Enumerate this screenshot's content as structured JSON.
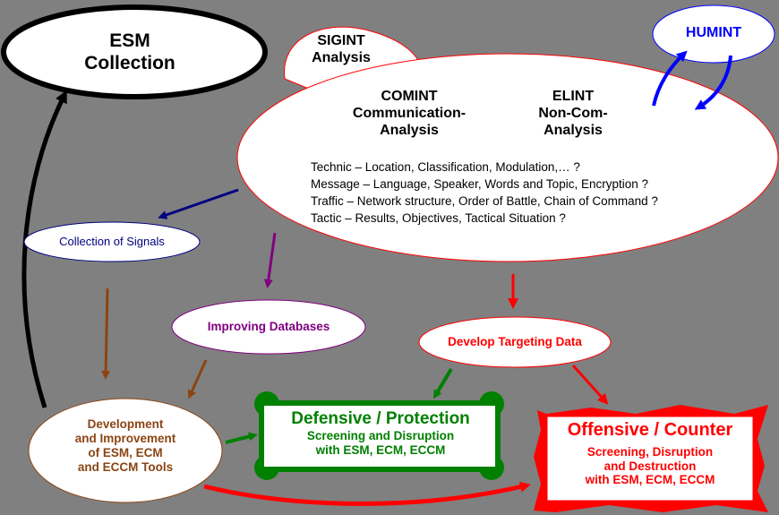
{
  "esm": {
    "line1": "ESM",
    "line2": "Collection"
  },
  "sigint": {
    "line1": "SIGINT",
    "line2": "Analysis"
  },
  "humint": {
    "label": "HUMINT"
  },
  "comint": {
    "line1": "COMINT",
    "line2": "Communication-",
    "line3": "Analysis"
  },
  "elint": {
    "line1": "ELINT",
    "line2": "Non-Com-",
    "line3": "Analysis"
  },
  "analysis_lines": [
    "Technic – Location, Classification, Modulation,… ?",
    "Message – Language, Speaker, Words and Topic, Encryption  ?",
    "Traffic – Network structure, Order of Battle, Chain of Command ?",
    "Tactic – Results, Objectives, Tactical Situation ?"
  ],
  "collection_of_signals": {
    "label": "Collection of Signals"
  },
  "improving_databases": {
    "label": "Improving Databases"
  },
  "develop_targeting": {
    "label": "Develop Targeting Data"
  },
  "development": {
    "line1": "Development",
    "line2": "and Improvement",
    "line3": "of ESM, ECM",
    "line4": "and ECCM Tools"
  },
  "defensive": {
    "title": "Defensive / Protection",
    "line1": "Screening and Disruption",
    "line2": "with ESM, ECM, ECCM"
  },
  "offensive": {
    "title": "Offensive / Counter",
    "line1": "Screening, Disruption",
    "line2": "and Destruction",
    "line3": "with ESM, ECM, ECCM"
  },
  "colors": {
    "background": "#808080",
    "blue": "#0000ff",
    "navy": "#000080",
    "purple": "#800080",
    "brown": "#8b4513",
    "green": "#008000",
    "red": "#ff0000",
    "black": "#000000"
  }
}
